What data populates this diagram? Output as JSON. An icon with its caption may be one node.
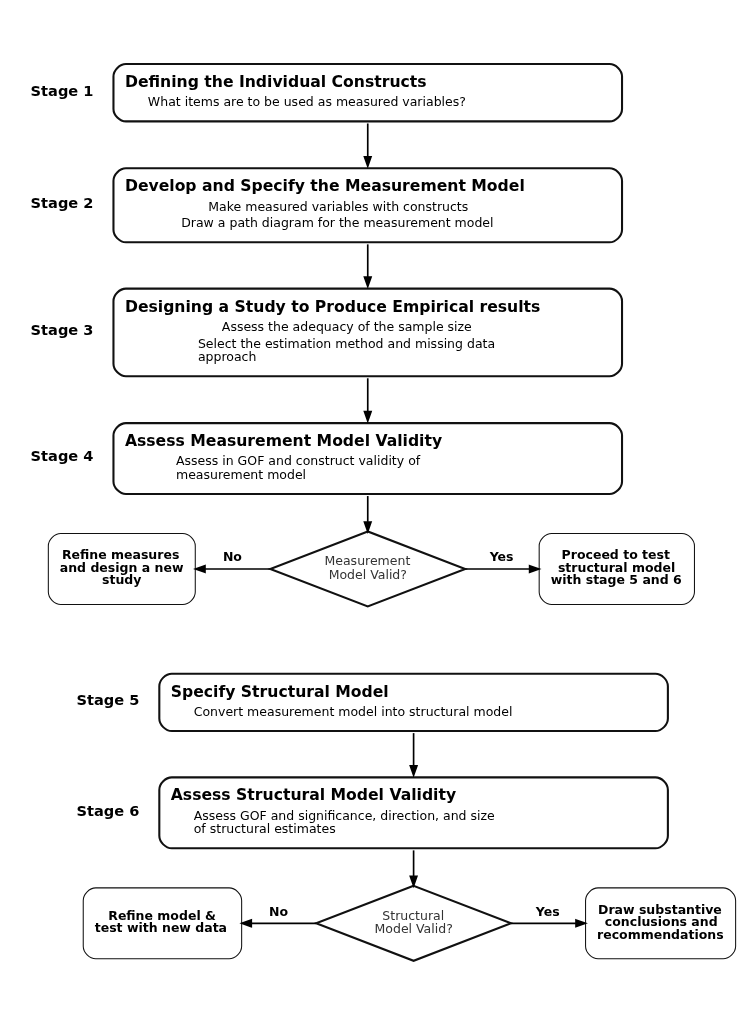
{
  "diagram": {
    "nodes": [
      {
        "text": [
          "Defining the Individual Constructs",
          "What items are to be used as measured variables?"
        ],
        "beside": [
          "Stage 1"
        ]
      },
      {
        "text": [
          "Develop and Specify the Measurement Model",
          "Make measured variables with constructs",
          "Draw a path diagram for the measurement model"
        ],
        "beside": [
          "Stage 2"
        ]
      },
      {
        "text": [
          "Designing a Study to Produce Empirical results",
          "Assess the adequacy of the sample size",
          "Select the estimation method and missing data approach"
        ],
        "beside": [
          "Stage 3"
        ]
      },
      {
        "text": [
          "Assess Measurement Model Validity",
          "Assess in GOF and construct validity of measurement model"
        ],
        "beside": [
          "Stage 4"
        ]
      },
      {
        "text": [
          "Refine measures and design a new study"
        ]
      },
      {
        "text": [
          "Measurement Model Valid?"
        ]
      },
      {
        "text": [
          "Proceed to test structural model with stage 5 and 6"
        ]
      },
      {
        "text": [
          "Specify Structural Model",
          "Convert measurement model into structural model"
        ],
        "beside": [
          "Stage 5"
        ]
      },
      {
        "text": [
          "Assess Structural Model Validity",
          "Assess GOF and significance, direction, and size of structural estimates"
        ],
        "beside": [
          "Stage 6"
        ]
      },
      {
        "text": [
          "Refine model & test with new data"
        ]
      },
      {
        "text": [
          "Structural Model Valid?"
        ]
      },
      {
        "text": [
          "Draw substantive conclusions and recommendations"
        ]
      }
    ],
    "edges": [
      {
        "from": 0,
        "to": 1,
        "arrow": "to"
      },
      {
        "from": 1,
        "to": 2,
        "arrow": "to"
      },
      {
        "from": 2,
        "to": 3,
        "arrow": "to"
      },
      {
        "from": 3,
        "to": 5,
        "arrow": "to"
      },
      {
        "from": 5,
        "to": 4,
        "arrow": "to",
        "label": "No"
      },
      {
        "from": 5,
        "to": 6,
        "arrow": "to",
        "label": "Yes"
      },
      {
        "from": 7,
        "to": 8,
        "arrow": "to"
      },
      {
        "from": 8,
        "to": 10,
        "arrow": "to"
      },
      {
        "from": 10,
        "to": 9,
        "arrow": "to",
        "label": "No"
      },
      {
        "from": 10,
        "to": 11,
        "arrow": "to",
        "label": "Yes"
      }
    ]
  }
}
